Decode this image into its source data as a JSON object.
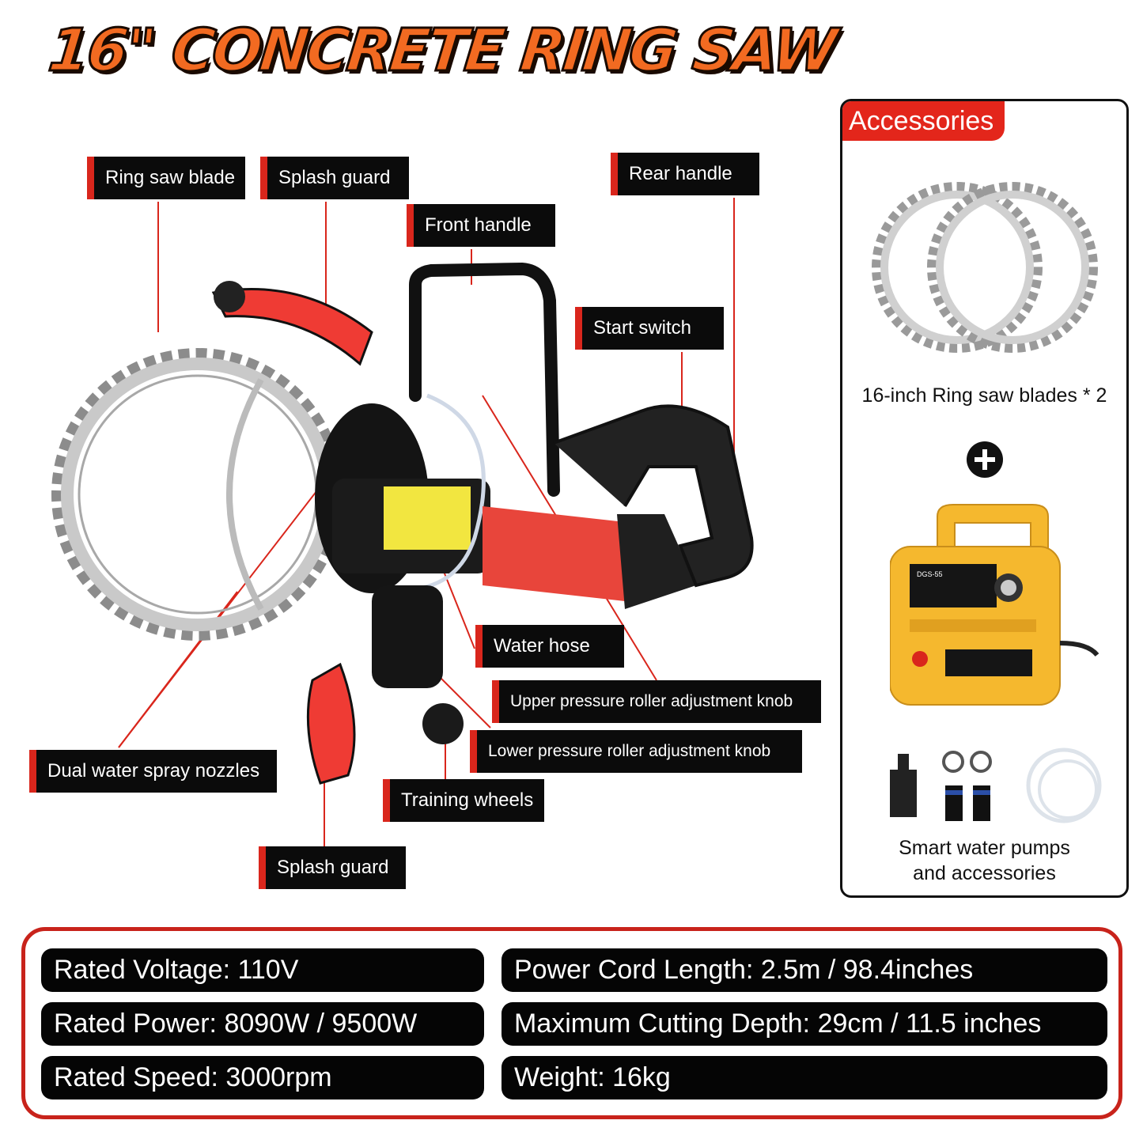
{
  "title": "16\" CONCRETE RING SAW",
  "callouts": {
    "ring_saw_blade": "Ring saw blade",
    "splash_guard_top": "Splash guard",
    "front_handle": "Front handle",
    "rear_handle": "Rear handle",
    "start_switch": "Start switch",
    "water_hose": "Water hose",
    "upper_knob": "Upper pressure roller adjustment knob",
    "lower_knob": "Lower pressure roller adjustment knob",
    "dual_nozzles": "Dual water spray nozzles",
    "training_wheels": "Training wheels",
    "splash_guard_bottom": "Splash guard"
  },
  "accessories": {
    "title": "Accessories",
    "blades_caption": "16-inch Ring saw blades * 2",
    "pump_caption_line1": "Smart water pumps",
    "pump_caption_line2": "and accessories",
    "pump_model": "DGS-55"
  },
  "specs": {
    "voltage": "Rated Voltage: 110V",
    "power": "Rated Power: 8090W / 9500W",
    "speed": "Rated Speed: 3000rpm",
    "cord": "Power Cord Length: 2.5m / 98.4inches",
    "depth": "Maximum Cutting Depth: 29cm / 11.5 inches",
    "weight": "Weight: 16kg"
  },
  "colors": {
    "accent_red": "#d9261c",
    "title_orange": "#f26a21",
    "pump_yellow": "#f5b82e"
  }
}
